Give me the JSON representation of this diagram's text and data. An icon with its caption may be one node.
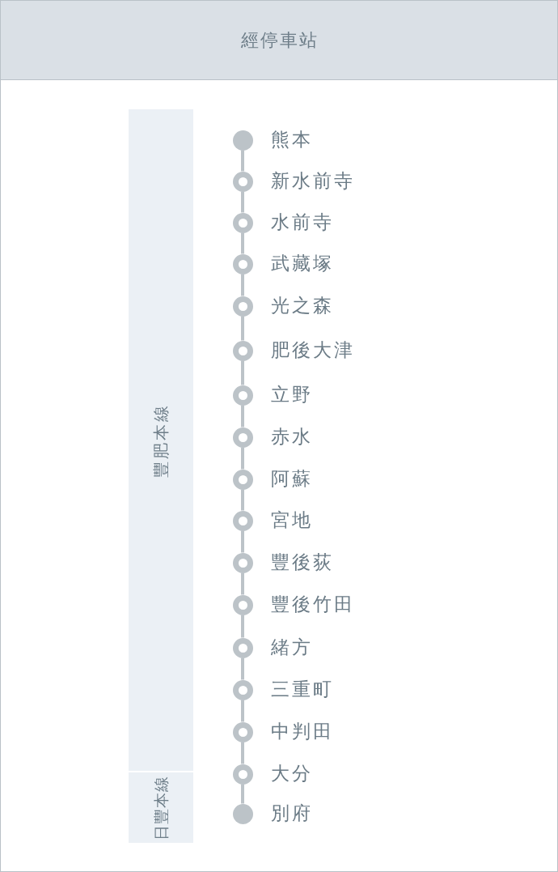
{
  "diagram": {
    "title": "經停車站",
    "nodes": [
      {
        "text": [
          "豐肥本線"
        ]
      },
      {
        "text": [
          "日豐本線"
        ]
      },
      {
        "text": [],
        "shape": "circle",
        "beside": [
          "熊本"
        ]
      },
      {
        "text": [],
        "shape": "ring",
        "beside": [
          "新水前寺"
        ]
      },
      {
        "text": [],
        "shape": "ring",
        "beside": [
          "水前寺"
        ]
      },
      {
        "text": [],
        "shape": "ring",
        "beside": [
          "武藏塚"
        ]
      },
      {
        "text": [],
        "shape": "ring",
        "beside": [
          "光之森"
        ]
      },
      {
        "text": [],
        "shape": "ring",
        "beside": [
          "肥後大津"
        ]
      },
      {
        "text": [],
        "shape": "ring",
        "beside": [
          "立野"
        ]
      },
      {
        "text": [],
        "shape": "ring",
        "beside": [
          "赤水"
        ]
      },
      {
        "text": [],
        "shape": "ring",
        "beside": [
          "阿蘇"
        ]
      },
      {
        "text": [],
        "shape": "ring",
        "beside": [
          "宮地"
        ]
      },
      {
        "text": [],
        "shape": "ring",
        "beside": [
          "豐後荻"
        ]
      },
      {
        "text": [],
        "shape": "ring",
        "beside": [
          "豐後竹田"
        ]
      },
      {
        "text": [],
        "shape": "ring",
        "beside": [
          "緒方"
        ]
      },
      {
        "text": [],
        "shape": "ring",
        "beside": [
          "三重町"
        ]
      },
      {
        "text": [],
        "shape": "ring",
        "beside": [
          "中判田"
        ]
      },
      {
        "text": [],
        "shape": "ring",
        "beside": [
          "大分"
        ]
      },
      {
        "text": [],
        "shape": "circle",
        "beside": [
          "別府"
        ]
      }
    ],
    "edges": [
      {
        "from": 2,
        "to": 3,
        "arrow": "none"
      },
      {
        "from": 3,
        "to": 4,
        "arrow": "none"
      },
      {
        "from": 4,
        "to": 5,
        "arrow": "none"
      },
      {
        "from": 5,
        "to": 6,
        "arrow": "none"
      },
      {
        "from": 6,
        "to": 7,
        "arrow": "none"
      },
      {
        "from": 7,
        "to": 8,
        "arrow": "none"
      },
      {
        "from": 8,
        "to": 9,
        "arrow": "none"
      },
      {
        "from": 9,
        "to": 10,
        "arrow": "none"
      },
      {
        "from": 10,
        "to": 11,
        "arrow": "none"
      },
      {
        "from": 11,
        "to": 12,
        "arrow": "none"
      },
      {
        "from": 12,
        "to": 13,
        "arrow": "none"
      },
      {
        "from": 13,
        "to": 14,
        "arrow": "none"
      },
      {
        "from": 14,
        "to": 15,
        "arrow": "none"
      },
      {
        "from": 15,
        "to": 16,
        "arrow": "none"
      },
      {
        "from": 16,
        "to": 17,
        "arrow": "none"
      },
      {
        "from": 17,
        "to": 18,
        "arrow": "none"
      }
    ]
  }
}
